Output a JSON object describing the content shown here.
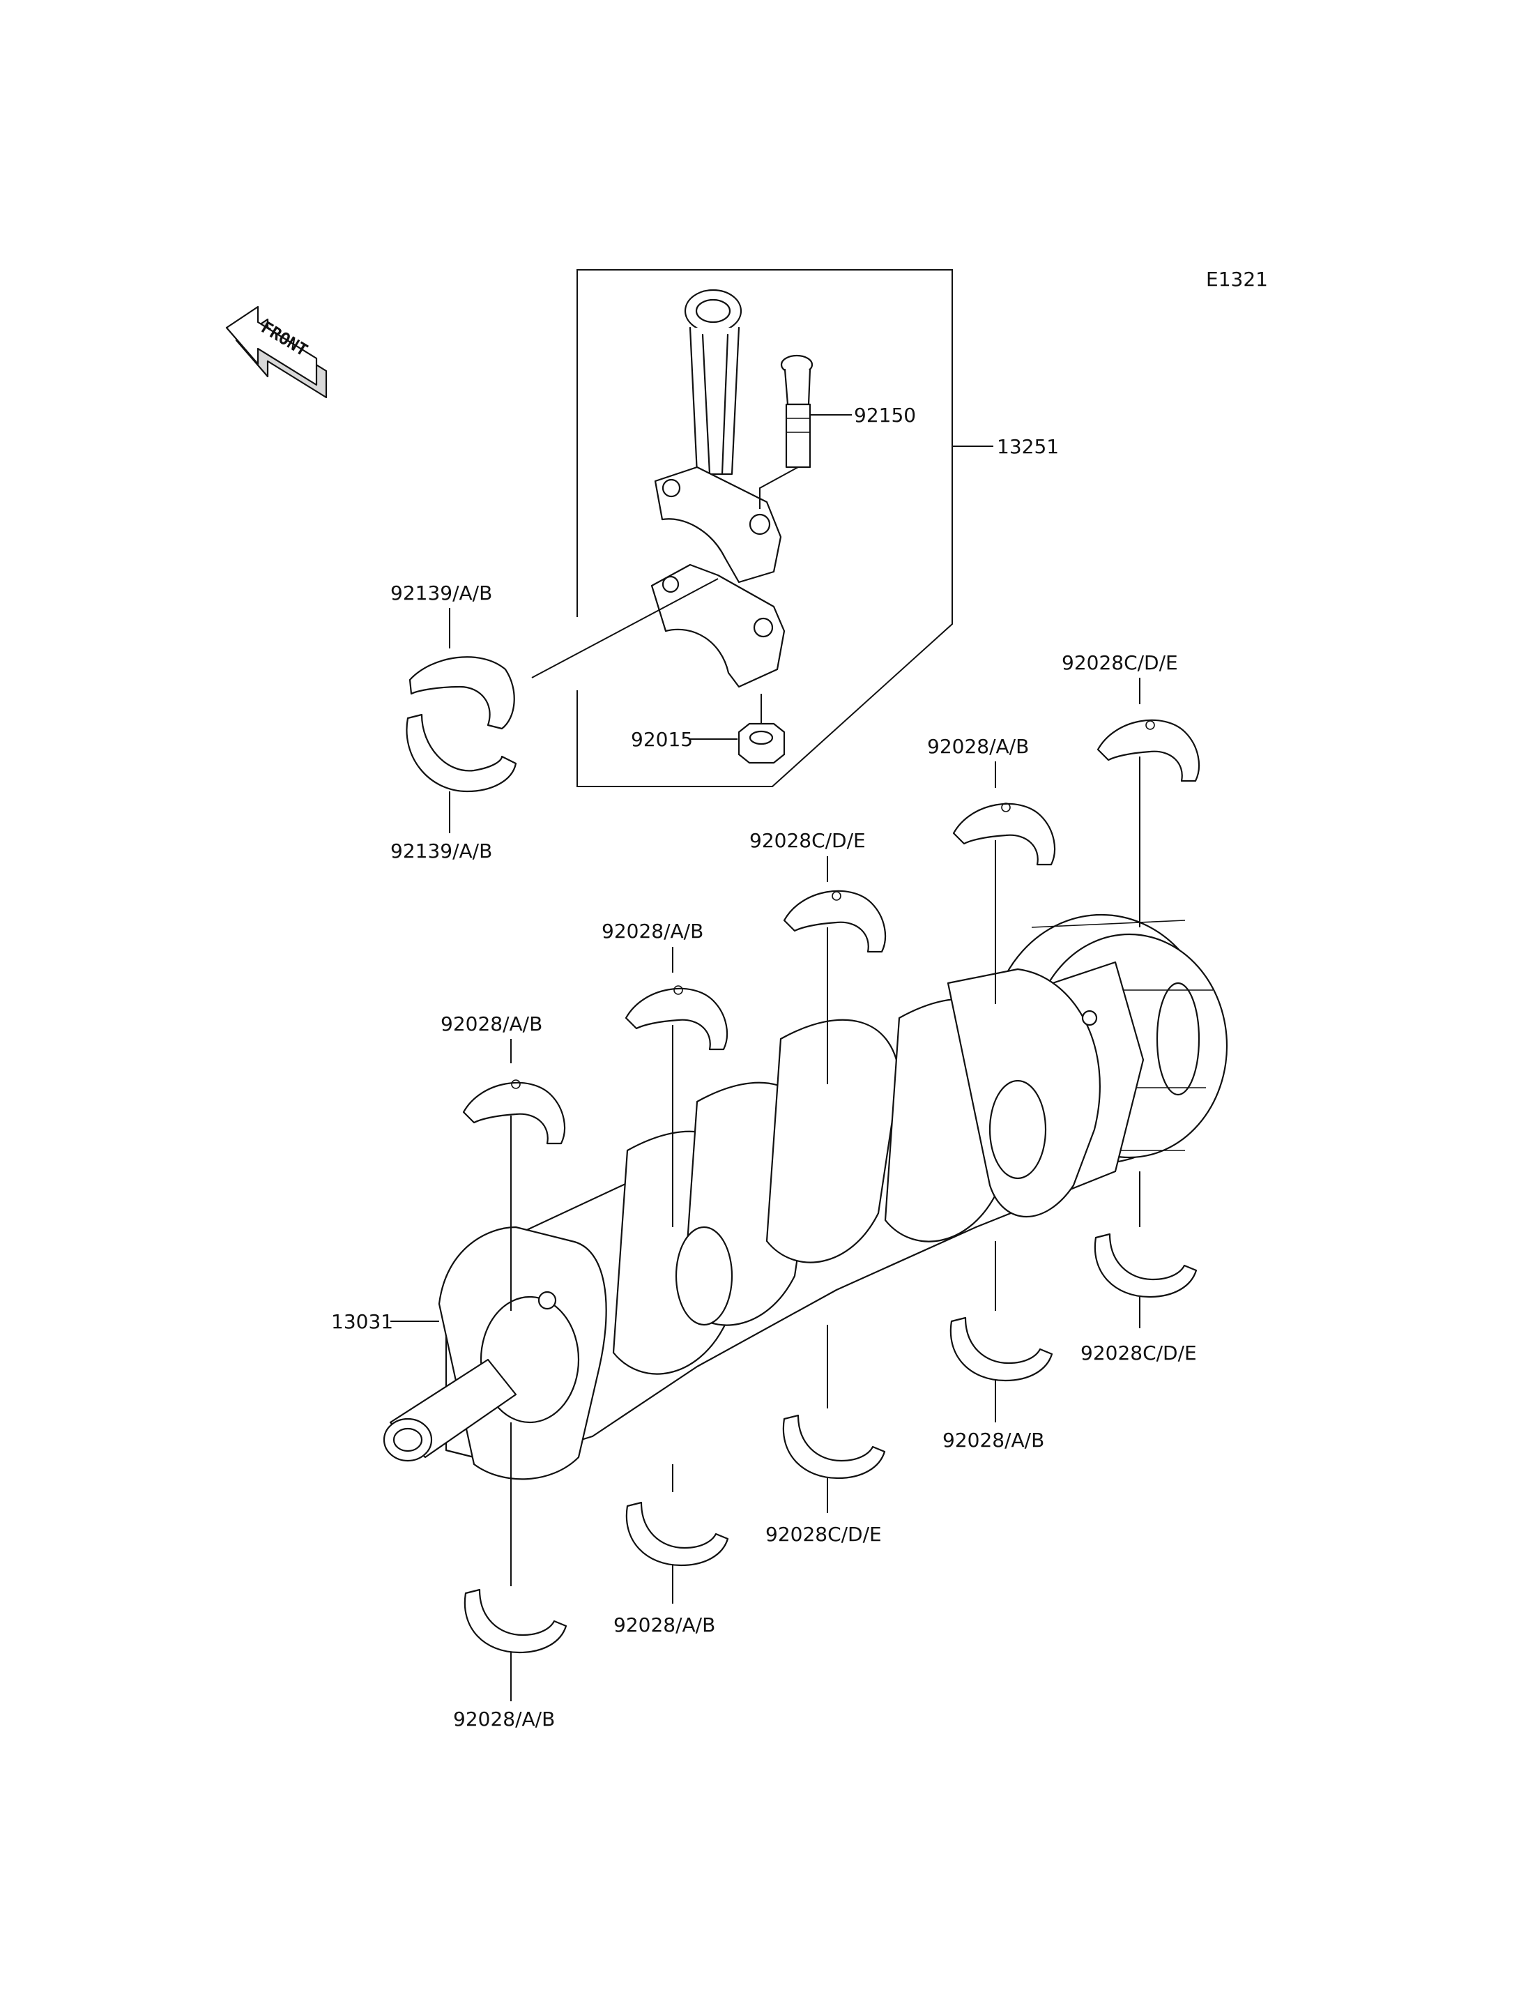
{
  "diagram_code": "E1321",
  "front_arrow": {
    "text": "FRONT",
    "icon": "front-arrow-icon"
  },
  "labels": {
    "rod_assembly": "13251",
    "rod_bolt": "92150",
    "rod_nut": "92015",
    "rod_bearing_upper": "92139/A/B",
    "rod_bearing_lower": "92139/A/B",
    "crankshaft": "13031",
    "main_upper_1": "92028/A/B",
    "main_upper_2": "92028/A/B",
    "main_upper_3": "92028C/D/E",
    "main_upper_4": "92028/A/B",
    "main_upper_5": "92028C/D/E",
    "main_lower_1": "92028/A/B",
    "main_lower_2": "92028/A/B",
    "main_lower_3": "92028C/D/E",
    "main_lower_4": "92028/A/B",
    "main_lower_5": "92028C/D/E"
  }
}
